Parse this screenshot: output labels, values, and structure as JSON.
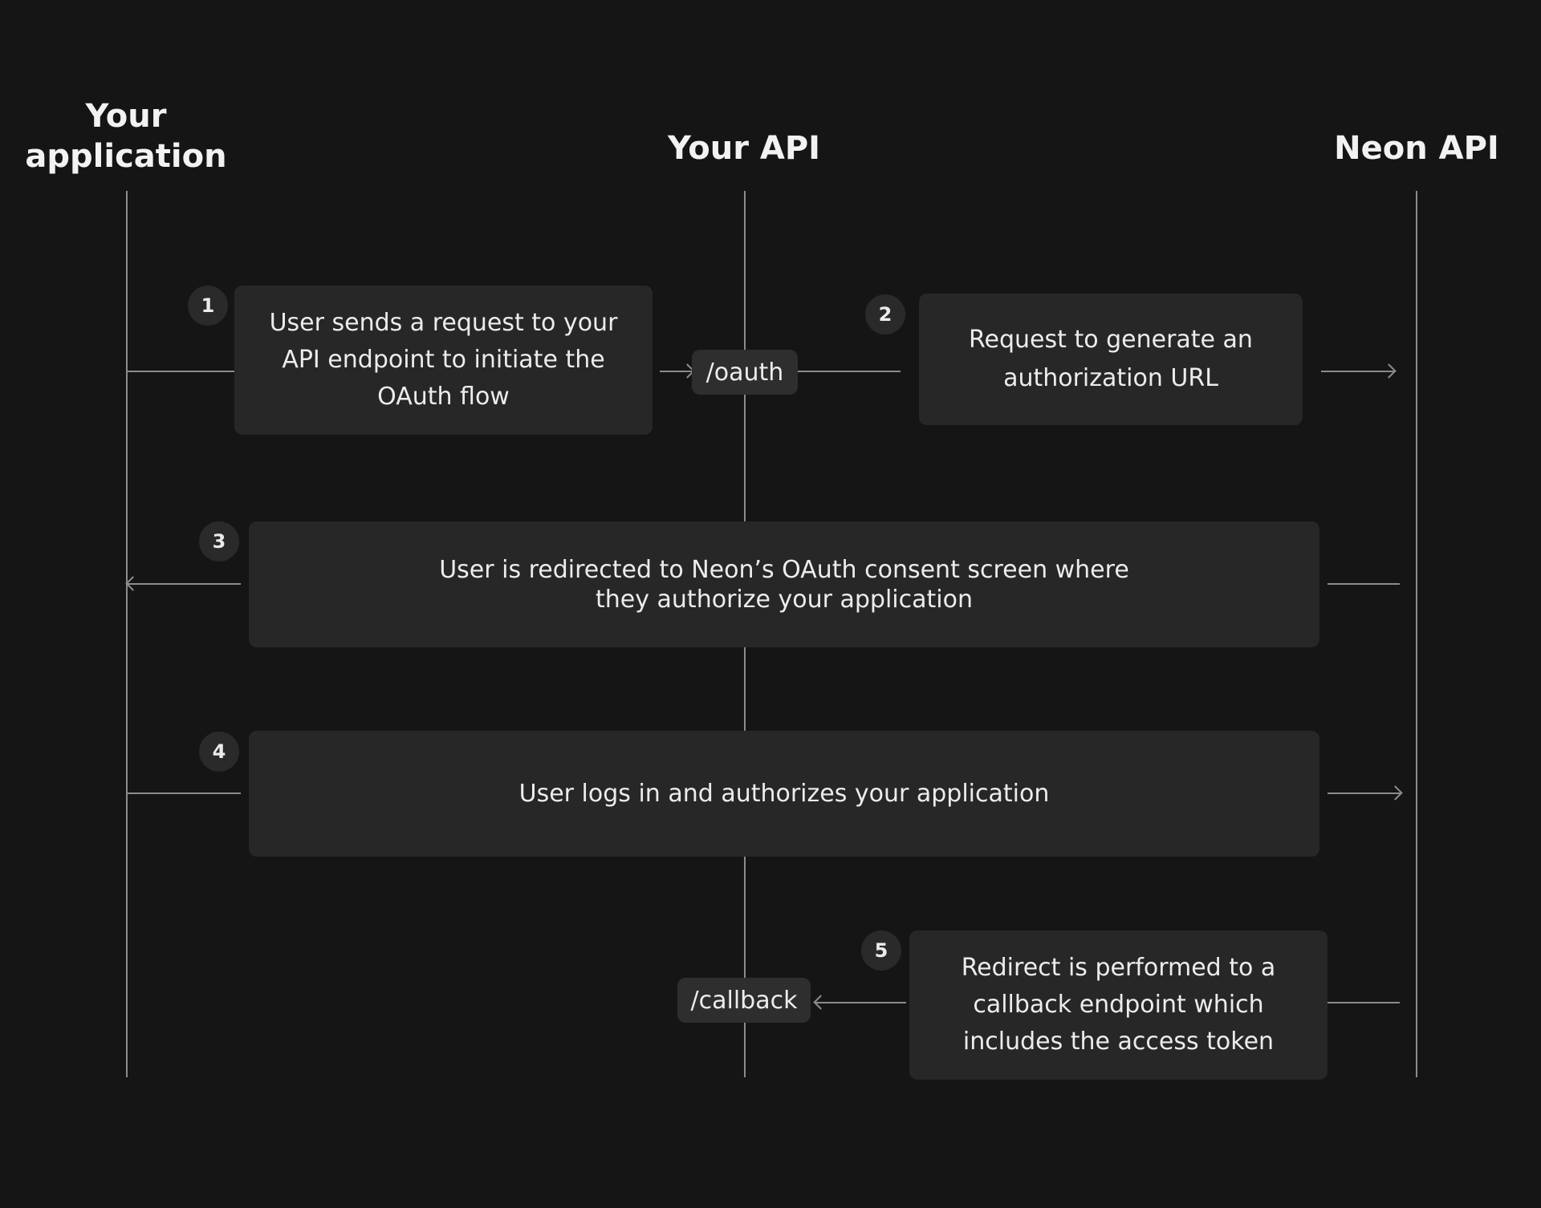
{
  "headers": {
    "your_application_line1": "Your",
    "your_application_line2": "application",
    "your_api": "Your API",
    "neon_api": "Neon API"
  },
  "steps": [
    {
      "number": "1",
      "text": "User sends a request to your API endpoint to initiate the OAuth flow"
    },
    {
      "number": "2",
      "text": "Request to generate an authorization URL"
    },
    {
      "number": "3",
      "text_line1": "User is redirected to Neon’s OAuth consent screen where",
      "text_line2": "they authorize your application"
    },
    {
      "number": "4",
      "text": "User logs in and authorizes your application"
    },
    {
      "number": "5",
      "text": "Redirect is performed to a callback endpoint which includes the access token"
    }
  ],
  "endpoints": {
    "oauth": "/oauth",
    "callback": "/callback"
  },
  "colors": {
    "background": "#151515",
    "box": "#272727",
    "line": "#8c8c8c",
    "text": "#ececec"
  }
}
